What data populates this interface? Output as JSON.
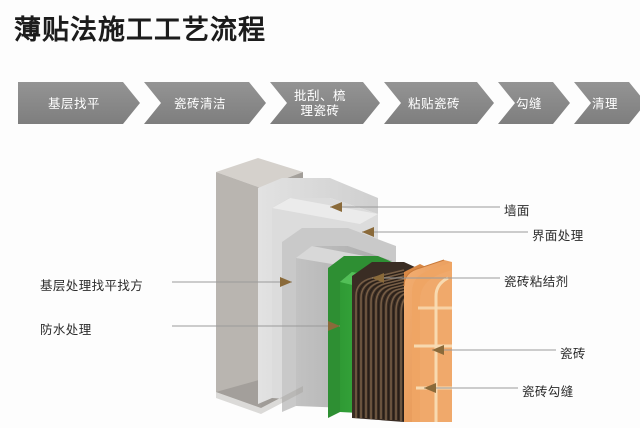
{
  "page": {
    "title": "薄贴法施工工艺流程",
    "background_color": "#fdfdfd"
  },
  "flow": {
    "bar_color": "#8a8a8a",
    "text_color": "#ffffff",
    "steps": [
      {
        "label": "基层找平",
        "lines": [
          "基层找平"
        ]
      },
      {
        "label": "瓷砖清洁",
        "lines": [
          "瓷砖清洁"
        ]
      },
      {
        "label": "批刮、梳理瓷砖",
        "lines": [
          "批刮、梳",
          "理瓷砖"
        ]
      },
      {
        "label": "粘贴瓷砖",
        "lines": [
          "粘贴瓷砖"
        ]
      },
      {
        "label": "勾缝",
        "lines": [
          "勾缝"
        ]
      },
      {
        "label": "清理",
        "lines": [
          "清理"
        ]
      }
    ]
  },
  "diagram": {
    "left_callouts": [
      {
        "label": "基层处理找平找方"
      },
      {
        "label": "防水处理"
      }
    ],
    "right_callouts": [
      {
        "label": "墙面"
      },
      {
        "label": "界面处理"
      },
      {
        "label": "瓷砖粘结剂"
      },
      {
        "label": "瓷砖"
      },
      {
        "label": "瓷砖勾缝"
      }
    ],
    "layers": [
      {
        "name": "墙面",
        "color": "#a9a5a0"
      },
      {
        "name": "界面处理",
        "color": "#d7d7d7"
      },
      {
        "name": "基层处理找平找方",
        "color": "#b7b7b7"
      },
      {
        "name": "防水处理",
        "color": "#3aa33a"
      },
      {
        "name": "瓷砖粘结剂",
        "color": "#4a3a2e"
      },
      {
        "name": "瓷砖",
        "color": "#eda濃"
      }
    ],
    "tile_color": "#efa564",
    "grout_color": "#f7d9ad",
    "waterproof_color": "#34a03a",
    "adhesive_color": "#4b392c",
    "arrow_color": "#8a6a3a",
    "leader_color": "#9a9a9a"
  }
}
